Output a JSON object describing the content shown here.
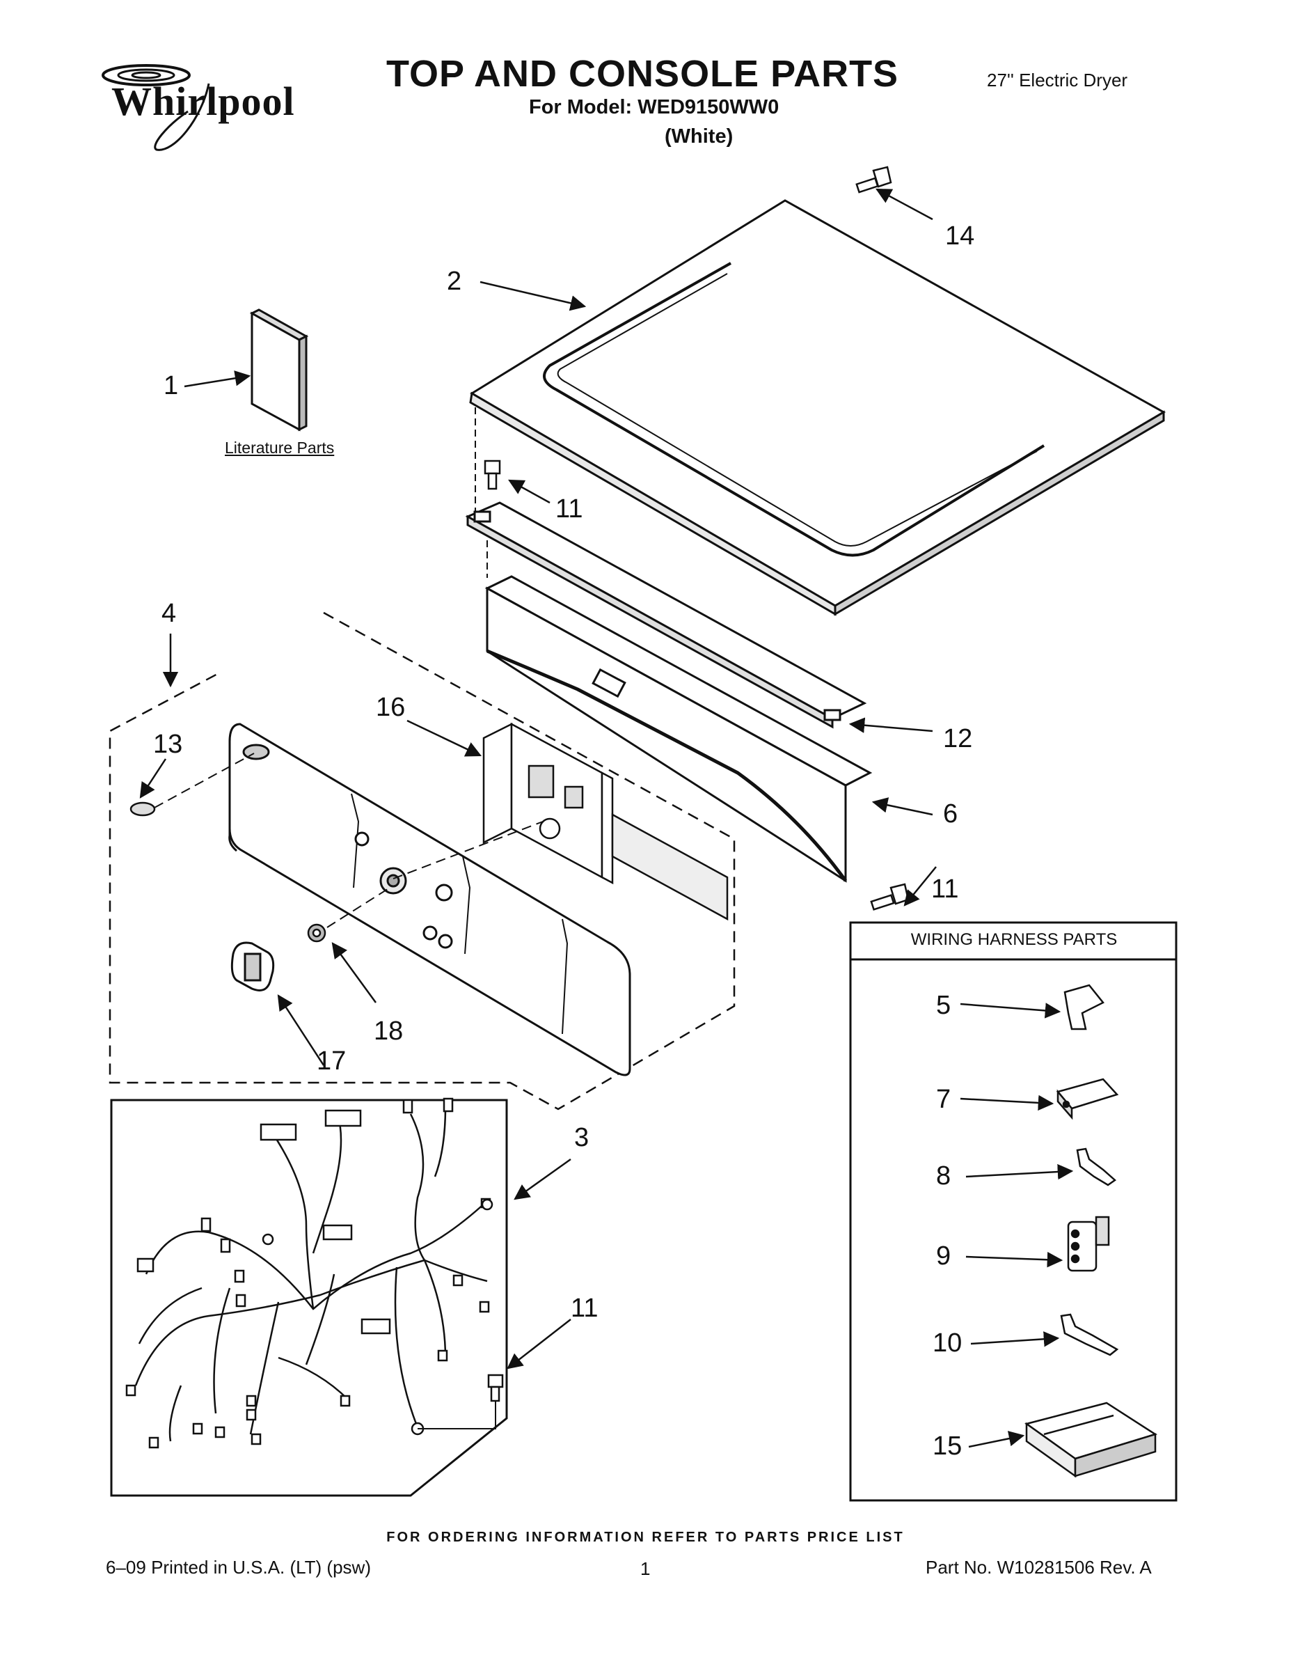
{
  "header": {
    "brand": "Whirlpool",
    "title": "TOP AND CONSOLE PARTS",
    "model": "For Model: WED9150WW0",
    "color": "(White)",
    "product": "27'' Electric Dryer"
  },
  "labels": {
    "literature": "Literature Parts",
    "wiring_harness": "WIRING HARNESS PARTS"
  },
  "callouts": [
    "1",
    "2",
    "3",
    "4",
    "5",
    "6",
    "7",
    "8",
    "9",
    "10",
    "11",
    "11",
    "11",
    "12",
    "13",
    "14",
    "15",
    "16",
    "17",
    "18"
  ],
  "footer": {
    "order_info": "FOR ORDERING INFORMATION REFER TO PARTS PRICE LIST",
    "printed": "6–09 Printed in U.S.A. (LT) (psw)",
    "page": "1",
    "part_no": "Part No. W10281506 Rev. A"
  }
}
